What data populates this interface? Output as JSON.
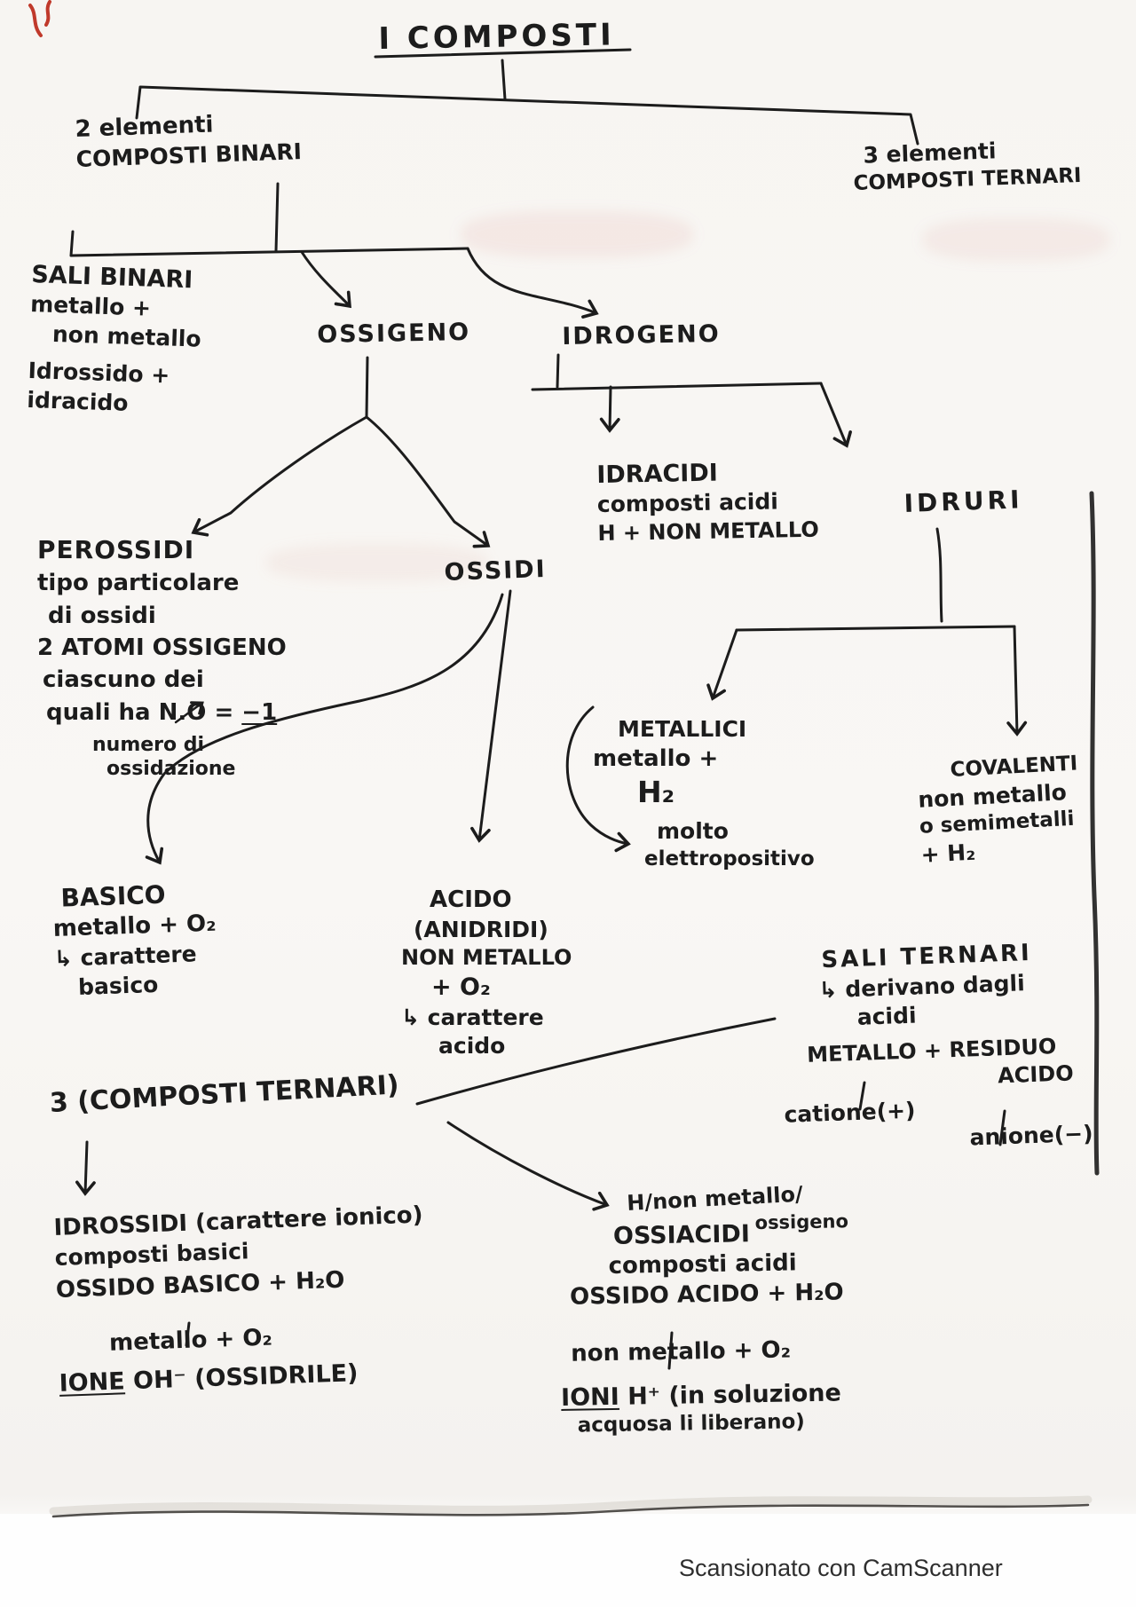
{
  "page": {
    "title": "I COMPOSTI",
    "credit": "Scansionato con CamScanner"
  },
  "colors": {
    "ink": "#1c1c1c",
    "red_mark": "#c0392b",
    "credit": "#2e2e2e",
    "paper": "#f6f4f1"
  },
  "nodes": {
    "due_elementi": {
      "l1": "2 elementi",
      "l2": "COMPOSTI BINARI"
    },
    "tre_elementi": {
      "l1": "3 elementi",
      "l2": "COMPOSTI TERNARI"
    },
    "sali_binari": {
      "l1": "SALI BINARI",
      "l2": "metallo +",
      "l3": "non metallo",
      "l4": "Idrossido +",
      "l5": "idracido"
    },
    "ossigeno": {
      "l1": "OSSIGENO"
    },
    "idrogeno": {
      "l1": "IDROGENO"
    },
    "perossidi": {
      "l1": "PEROSSIDI",
      "l2": "tipo particolare",
      "l3": "di ossidi",
      "l4": "2 ATOMI OSSIGENO",
      "l5": "ciascuno dei",
      "l6a": "quali ha N.O = ",
      "l6b": "−1",
      "l7": "numero di",
      "l8": "ossidazione"
    },
    "ossidi": {
      "l1": "OSSIDI"
    },
    "idracidi": {
      "l1": "IDRACIDI",
      "l2": "composti acidi",
      "l3": "H + NON METALLO"
    },
    "idruri": {
      "l1": "IDRURI"
    },
    "metallici": {
      "l1": "METALLICI",
      "l2": "metallo +",
      "l3": "H₂",
      "l4": "molto",
      "l5": "elettropositivo"
    },
    "covalenti": {
      "l1": "COVALENTI",
      "l2": "non metallo",
      "l3": "o semimetalli",
      "l4": "+ H₂"
    },
    "basico": {
      "l1": "BASICO",
      "l2": "metallo + O₂",
      "l3": "↳ carattere",
      "l4": "basico"
    },
    "acido": {
      "l1": "ACIDO",
      "l2": "(ANIDRIDI)",
      "l3": "NON METALLO",
      "l4": "+ O₂",
      "l5": "↳ carattere",
      "l6": "acido"
    },
    "sali_ternari": {
      "l1": "SALI TERNARI",
      "l2": "↳ derivano dagli",
      "l3": "acidi",
      "l4": "METALLO + RESIDUO",
      "l5": "ACIDO",
      "l6": "catione(+)",
      "l7": "anione(−)"
    },
    "composti_ternari": {
      "l1": "3 (COMPOSTI TERNARI)"
    },
    "idrossidi": {
      "l1": "IDROSSIDI (carattere ionico)",
      "l2": "composti basici",
      "l3": "OSSIDO BASICO + H₂O",
      "l4": "metallo + O₂",
      "l5a": "IONE",
      "l5b": " OH⁻ (OSSIDRILE)"
    },
    "ossiacidi": {
      "note1": "H/non metallo/",
      "l1a": "OSSIACIDI",
      "l1b": "ossigeno",
      "l2": "composti acidi",
      "l3": "OSSIDO ACIDO + H₂O",
      "l4": "non metallo + O₂",
      "l5a": "IONI",
      "l5b": " H⁺ (in soluzione",
      "l6": "acquosa li liberano)"
    }
  }
}
